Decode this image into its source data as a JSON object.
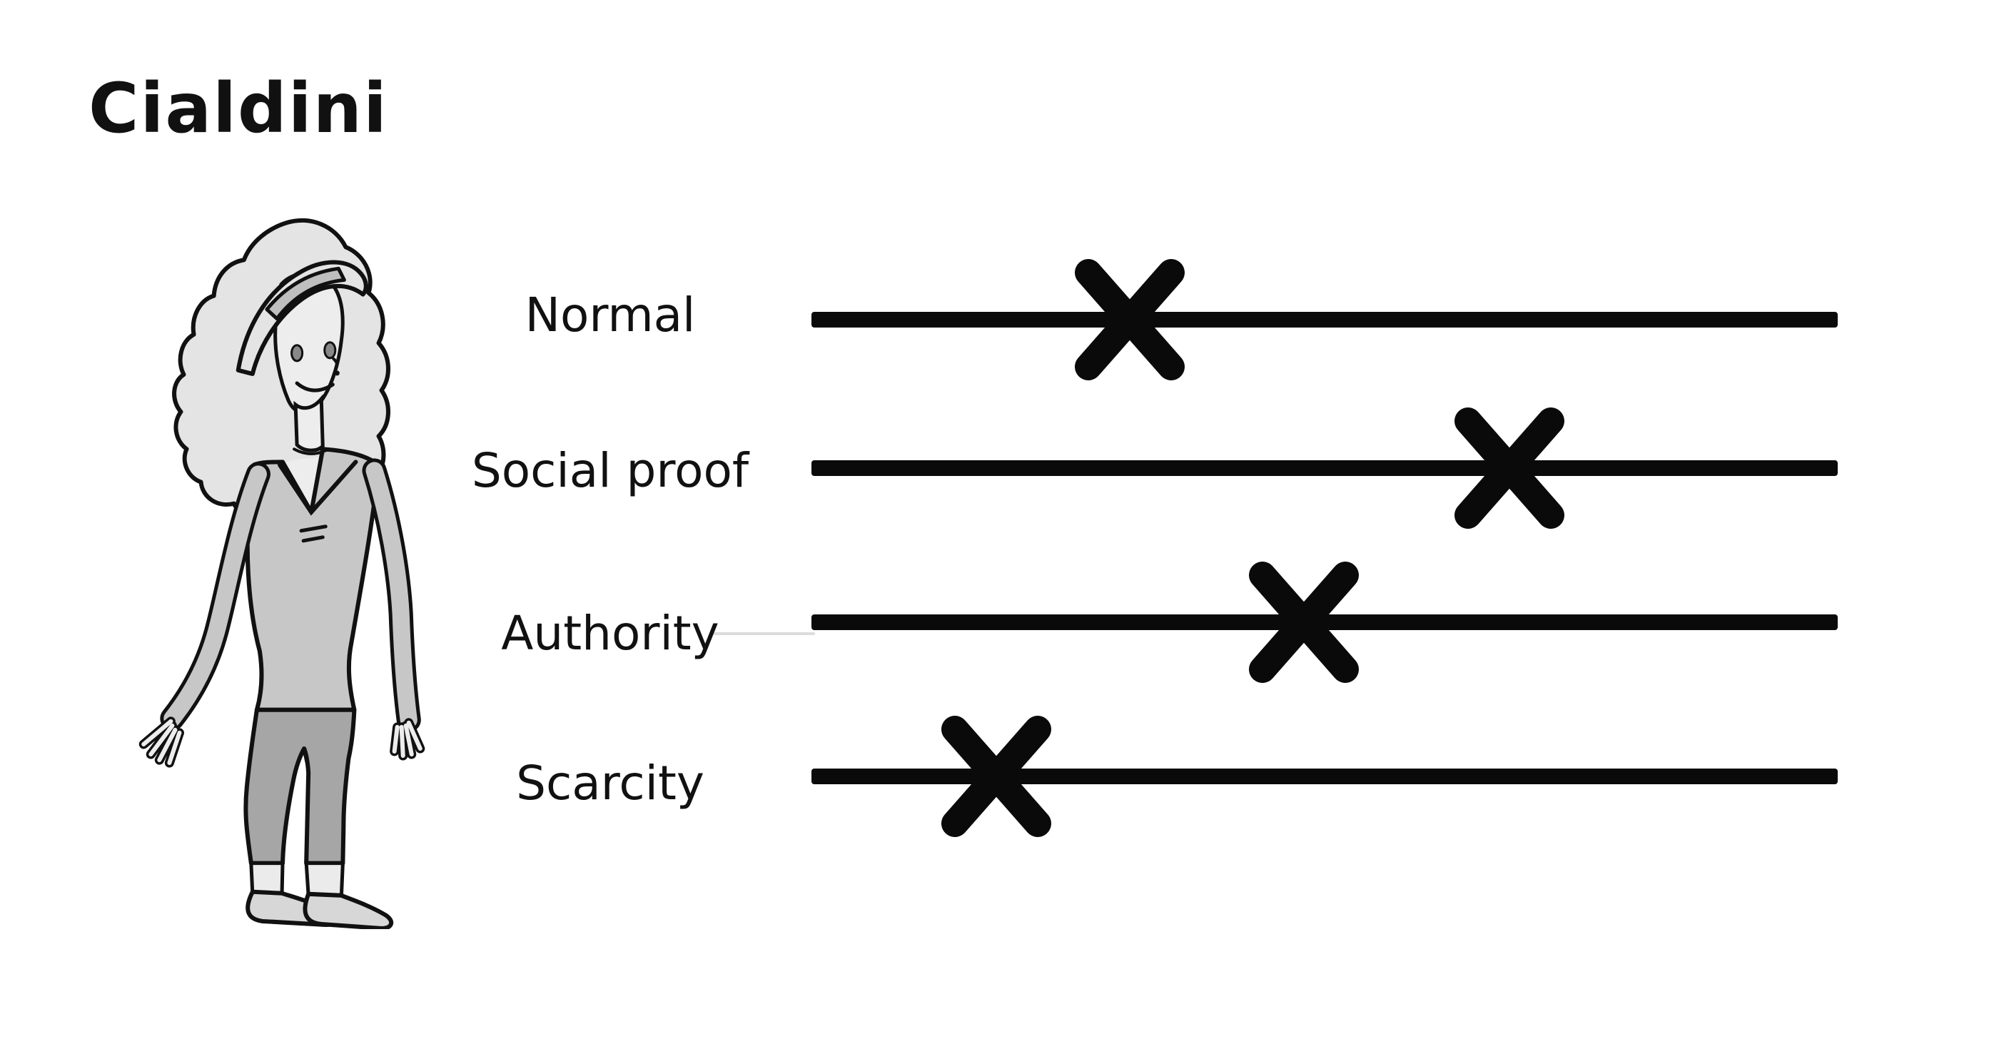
{
  "title": "Cialdini",
  "illustration": {
    "name": "woman-figure",
    "alt": "cartoon woman with curly hair"
  },
  "scales": {
    "track_color": "#0a0a0a",
    "marker_color": "#0a0a0a",
    "rows": [
      {
        "label": "Normal",
        "value_percent": 31
      },
      {
        "label": "Social proof",
        "value_percent": 68
      },
      {
        "label": "Authority",
        "value_percent": 48
      },
      {
        "label": "Scarcity",
        "value_percent": 18
      }
    ]
  },
  "chart_data": {
    "type": "scatter",
    "title": "Cialdini",
    "categories": [
      "Normal",
      "Social proof",
      "Authority",
      "Scarcity"
    ],
    "values": [
      31,
      68,
      48,
      18
    ],
    "marker": "x",
    "xlabel": "",
    "ylabel": "",
    "scale_range": [
      0,
      100
    ],
    "value_unit": "percent along scale line",
    "grid": false,
    "legend": false
  },
  "colors": {
    "background": "#ffffff",
    "ink": "#111111",
    "guide_line": "#dcdcdc",
    "hair": "#e4e4e4",
    "skin": "#ededed",
    "face_shadow": "#888888",
    "headband": "#bfbfbf",
    "top_shirt": "#c7c7c7",
    "leggings": "#a6a6a6",
    "socks": "#ebebeb",
    "shoes": "#d7d7d7"
  }
}
